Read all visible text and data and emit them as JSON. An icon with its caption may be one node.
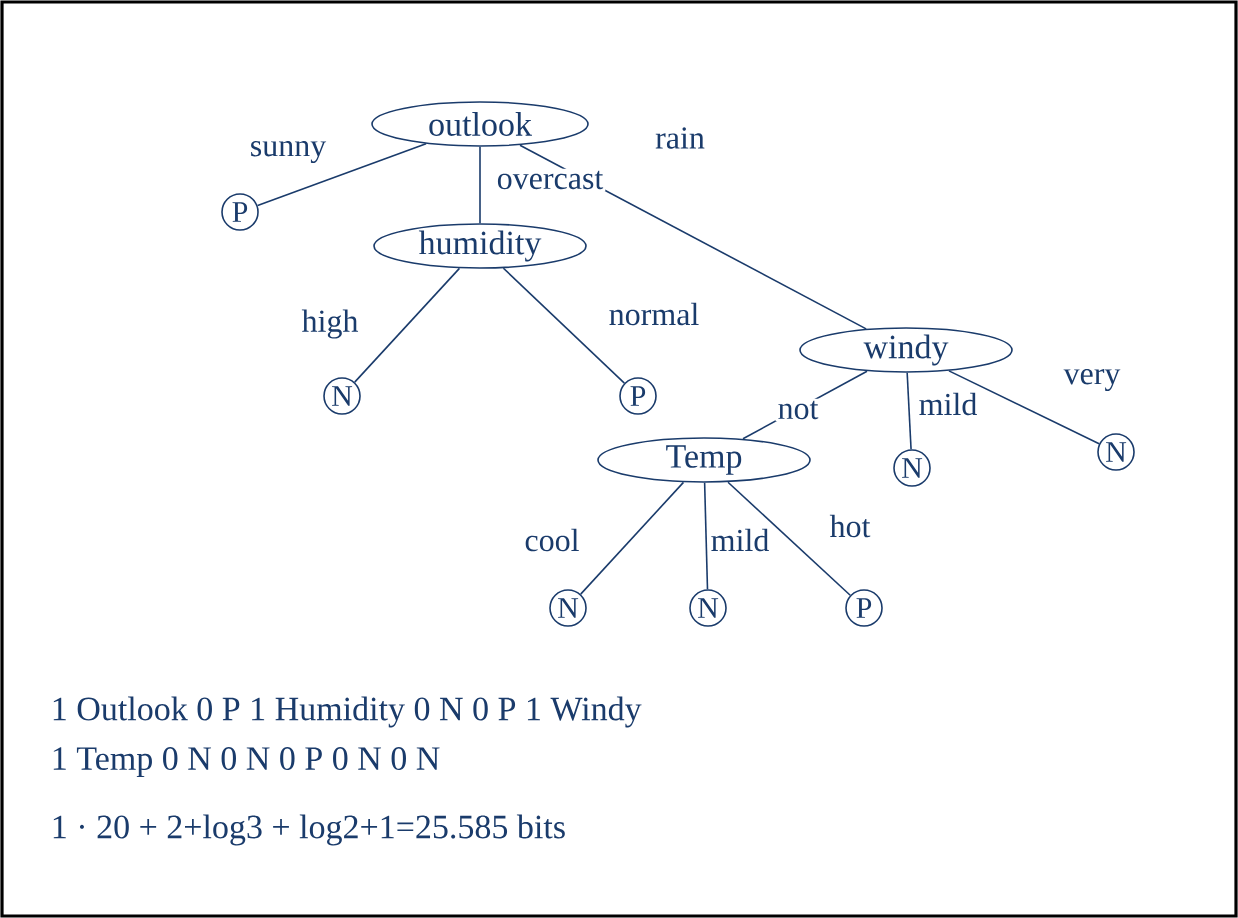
{
  "diagram": {
    "nodes": [
      {
        "text": [
          "outlook"
        ]
      },
      {
        "text": [
          "P"
        ]
      },
      {
        "text": [
          "humidity"
        ]
      },
      {
        "text": [
          "N"
        ]
      },
      {
        "text": [
          "P"
        ]
      },
      {
        "text": [
          "windy"
        ]
      },
      {
        "text": [
          "Temp"
        ]
      },
      {
        "text": [
          "N"
        ]
      },
      {
        "text": [
          "N"
        ]
      },
      {
        "text": [
          "N"
        ]
      },
      {
        "text": [
          "N"
        ]
      },
      {
        "text": [
          "P"
        ]
      }
    ],
    "edges": [
      {
        "from": 0,
        "to": 1,
        "arrow": "none",
        "label": "sunny"
      },
      {
        "from": 0,
        "to": 2,
        "arrow": "none",
        "label": "overcast"
      },
      {
        "from": 0,
        "to": 5,
        "arrow": "none",
        "label": "rain"
      },
      {
        "from": 2,
        "to": 3,
        "arrow": "none",
        "label": "high"
      },
      {
        "from": 2,
        "to": 4,
        "arrow": "none",
        "label": "normal"
      },
      {
        "from": 5,
        "to": 6,
        "arrow": "none",
        "label": "not"
      },
      {
        "from": 5,
        "to": 7,
        "arrow": "none",
        "label": "mild"
      },
      {
        "from": 5,
        "to": 8,
        "arrow": "none",
        "label": "very"
      },
      {
        "from": 6,
        "to": 9,
        "arrow": "none",
        "label": "cool"
      },
      {
        "from": 6,
        "to": 10,
        "arrow": "none",
        "label": "mild"
      },
      {
        "from": 6,
        "to": 11,
        "arrow": "none",
        "label": "hot"
      }
    ],
    "labels": [
      "1 Outlook 0 P 1 Humidity 0 N 0 P 1 Windy",
      "1 Temp 0 N 0 N 0 P 0 N 0 N",
      "1 · 20 + 2+log3 + log2+1=25.585 bits"
    ]
  }
}
